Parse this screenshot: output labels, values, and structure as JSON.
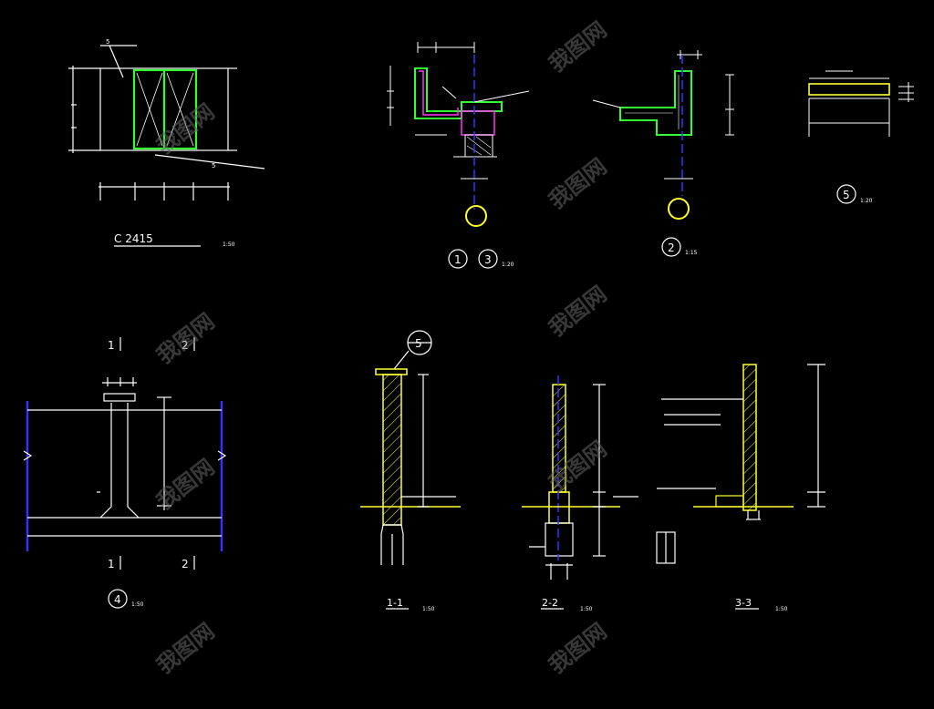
{
  "colors": {
    "background": "#000000",
    "white": "#ffffff",
    "green": "#32ff32",
    "yellow": "#ffff33",
    "blue": "#3333ff",
    "magenta": "#ff33ff",
    "cyan": "#33ffff",
    "watermark": "#555555"
  },
  "labels": {
    "window_title": "C 2415",
    "window_scale": "1:50",
    "detail_13_a": "1",
    "detail_13_b": "3",
    "detail_13_scale": "1:20",
    "detail_2": "2",
    "detail_2_scale": "1:15",
    "detail_5": "5",
    "detail_5_scale": "1:20",
    "detail_4": "4",
    "detail_4_scale": "1:50",
    "sec_1_1": "1-1",
    "sec_1_1_scale": "1:50",
    "sec_2_2": "2-2",
    "sec_2_2_scale": "1:50",
    "sec_3_3": "3-3",
    "sec_3_3_scale": "1:50",
    "cut_1": "1",
    "cut_2": "2",
    "top_a": "5",
    "top_b": "5",
    "bubble_5_top": "5"
  },
  "watermark_text": "我图网"
}
